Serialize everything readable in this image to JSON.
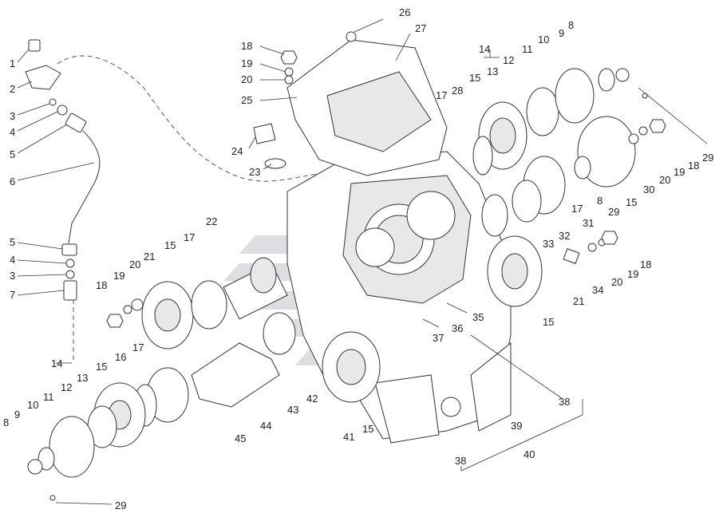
{
  "callouts": [
    {
      "id": "c1",
      "text": "1"
    },
    {
      "id": "c2",
      "text": "2"
    },
    {
      "id": "c3",
      "text": "3"
    },
    {
      "id": "c4",
      "text": "4"
    },
    {
      "id": "c5",
      "text": "5"
    },
    {
      "id": "c6",
      "text": "6"
    },
    {
      "id": "c5b",
      "text": "5"
    },
    {
      "id": "c4b",
      "text": "4"
    },
    {
      "id": "c3b",
      "text": "3"
    },
    {
      "id": "c7",
      "text": "7"
    },
    {
      "id": "c18a",
      "text": "18"
    },
    {
      "id": "c19a",
      "text": "19"
    },
    {
      "id": "c20a",
      "text": "20"
    },
    {
      "id": "c21a",
      "text": "21"
    },
    {
      "id": "c15a",
      "text": "15"
    },
    {
      "id": "c17a",
      "text": "17"
    },
    {
      "id": "c22",
      "text": "22"
    },
    {
      "id": "c24",
      "text": "24"
    },
    {
      "id": "c23",
      "text": "23"
    },
    {
      "id": "c18b",
      "text": "18"
    },
    {
      "id": "c19b",
      "text": "19"
    },
    {
      "id": "c20b",
      "text": "20"
    },
    {
      "id": "c25",
      "text": "25"
    },
    {
      "id": "c26",
      "text": "26"
    },
    {
      "id": "c27",
      "text": "27"
    },
    {
      "id": "c17b",
      "text": "17"
    },
    {
      "id": "c28",
      "text": "28"
    },
    {
      "id": "c15b",
      "text": "15"
    },
    {
      "id": "c14a",
      "text": "14"
    },
    {
      "id": "c13a",
      "text": "13"
    },
    {
      "id": "c12a",
      "text": "12"
    },
    {
      "id": "c11a",
      "text": "11"
    },
    {
      "id": "c10a",
      "text": "10"
    },
    {
      "id": "c9a",
      "text": "9"
    },
    {
      "id": "c8a",
      "text": "8"
    },
    {
      "id": "c29a",
      "text": "29"
    },
    {
      "id": "c18c",
      "text": "18"
    },
    {
      "id": "c19c",
      "text": "19"
    },
    {
      "id": "c20c",
      "text": "20"
    },
    {
      "id": "c30",
      "text": "30"
    },
    {
      "id": "c15c",
      "text": "15"
    },
    {
      "id": "c29b",
      "text": "29"
    },
    {
      "id": "c8b",
      "text": "8"
    },
    {
      "id": "c31",
      "text": "31"
    },
    {
      "id": "c17c",
      "text": "17"
    },
    {
      "id": "c32",
      "text": "32"
    },
    {
      "id": "c33",
      "text": "33"
    },
    {
      "id": "c18d",
      "text": "18"
    },
    {
      "id": "c19d",
      "text": "19"
    },
    {
      "id": "c20d",
      "text": "20"
    },
    {
      "id": "c34",
      "text": "34"
    },
    {
      "id": "c21b",
      "text": "21"
    },
    {
      "id": "c15d",
      "text": "15"
    },
    {
      "id": "c35",
      "text": "35"
    },
    {
      "id": "c36",
      "text": "36"
    },
    {
      "id": "c37",
      "text": "37"
    },
    {
      "id": "c38a",
      "text": "38"
    },
    {
      "id": "c39",
      "text": "39"
    },
    {
      "id": "c40",
      "text": "40"
    },
    {
      "id": "c38b",
      "text": "38"
    },
    {
      "id": "c41",
      "text": "41"
    },
    {
      "id": "c15e",
      "text": "15"
    },
    {
      "id": "c42",
      "text": "42"
    },
    {
      "id": "c43",
      "text": "43"
    },
    {
      "id": "c44",
      "text": "44"
    },
    {
      "id": "c45",
      "text": "45"
    },
    {
      "id": "c14b",
      "text": "14"
    },
    {
      "id": "c13b",
      "text": "13"
    },
    {
      "id": "c15f",
      "text": "15"
    },
    {
      "id": "c16",
      "text": "16"
    },
    {
      "id": "c17d",
      "text": "17"
    },
    {
      "id": "c12b",
      "text": "12"
    },
    {
      "id": "c11b",
      "text": "11"
    },
    {
      "id": "c10b",
      "text": "10"
    },
    {
      "id": "c9b",
      "text": "9"
    },
    {
      "id": "c8c",
      "text": "8"
    },
    {
      "id": "c29c",
      "text": "29"
    }
  ]
}
